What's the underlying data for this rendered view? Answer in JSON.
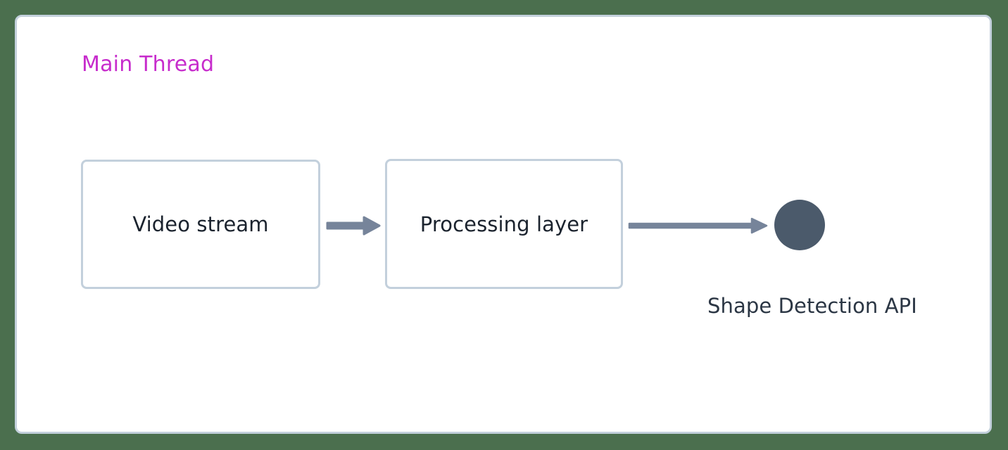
{
  "diagram": {
    "title": "Main Thread",
    "title_color": "#c72ccc",
    "panel_border_color": "#c3d0dc",
    "canvas_background": "#4b6f4e",
    "panel_background": "#ffffff",
    "nodes": [
      {
        "id": "video-stream",
        "label": "Video stream",
        "shape": "rounded-rectangle",
        "border_color": "#c3d0dc",
        "fill": "#ffffff",
        "text_color": "#1b232e"
      },
      {
        "id": "processing-layer",
        "label": "Processing layer",
        "shape": "rounded-rectangle",
        "border_color": "#c3d0dc",
        "fill": "#ffffff",
        "text_color": "#1b232e"
      },
      {
        "id": "api-circle",
        "label": "Shape Detection API",
        "shape": "circle",
        "fill": "#4b5a6b",
        "text_color": "#2b3644"
      }
    ],
    "edges": [
      {
        "id": "video-to-processing",
        "from": "video-stream",
        "to": "processing-layer",
        "style": "solid-arrow",
        "color": "#76849a"
      },
      {
        "id": "processing-to-api",
        "from": "processing-layer",
        "to": "api-circle",
        "style": "solid-arrow",
        "color": "#76849a"
      }
    ]
  }
}
